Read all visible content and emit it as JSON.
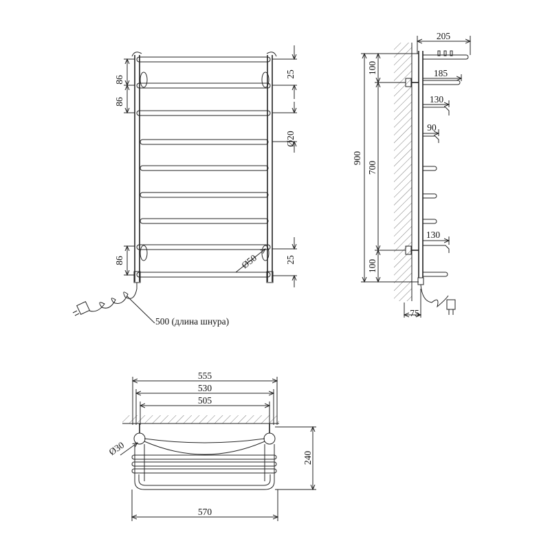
{
  "front_view": {
    "left_dims": [
      "86",
      "86",
      "86"
    ],
    "right_dims": [
      "25",
      "Ø20",
      "Ø50",
      "25"
    ],
    "cord_label": "500 (длина шнура)"
  },
  "side_view": {
    "overall_height": "900",
    "inner_height": "700",
    "top_offset": "100",
    "bottom_offset": "100",
    "depths": [
      "205",
      "185",
      "130",
      "90",
      "130"
    ],
    "wall_offset": "75"
  },
  "top_view": {
    "widths": [
      "555",
      "530",
      "505"
    ],
    "bottom_width": "570",
    "depth": "240",
    "tube_diameter": "Ø30"
  }
}
